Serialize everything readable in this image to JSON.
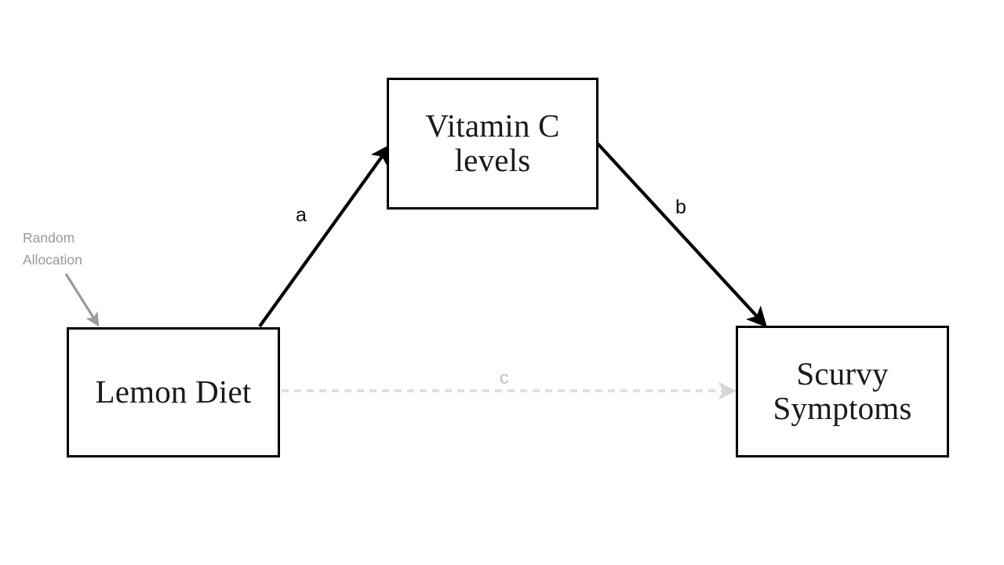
{
  "diagram": {
    "type": "mediation-model",
    "background_color": "#ffffff",
    "nodes": [
      {
        "id": "lemon-diet",
        "label": "Lemon Diet",
        "role": "independent-variable",
        "border_color": "#000000",
        "fill_color": "#ffffff"
      },
      {
        "id": "vitamin-c-levels",
        "label": "Vitamin C\nlevels",
        "role": "mediator",
        "border_color": "#000000",
        "fill_color": "#ffffff"
      },
      {
        "id": "scurvy-symptoms",
        "label": "Scurvy\nSymptoms",
        "role": "dependent-variable",
        "border_color": "#000000",
        "fill_color": "#ffffff"
      }
    ],
    "paths": [
      {
        "id": "path-a",
        "label": "a",
        "from": "lemon-diet",
        "to": "vitamin-c-levels",
        "style": "solid",
        "color": "#000000"
      },
      {
        "id": "path-b",
        "label": "b",
        "from": "vitamin-c-levels",
        "to": "scurvy-symptoms",
        "style": "solid",
        "color": "#000000"
      },
      {
        "id": "path-c",
        "label": "c",
        "from": "lemon-diet",
        "to": "scurvy-symptoms",
        "style": "dashed",
        "color": "#d9d9d9"
      }
    ],
    "annotations": [
      {
        "id": "random-allocation",
        "text": "Random\nAllocation",
        "points_to": "lemon-diet",
        "color": "#9a9a9a",
        "arrow_style": "solid-gray"
      }
    ]
  }
}
